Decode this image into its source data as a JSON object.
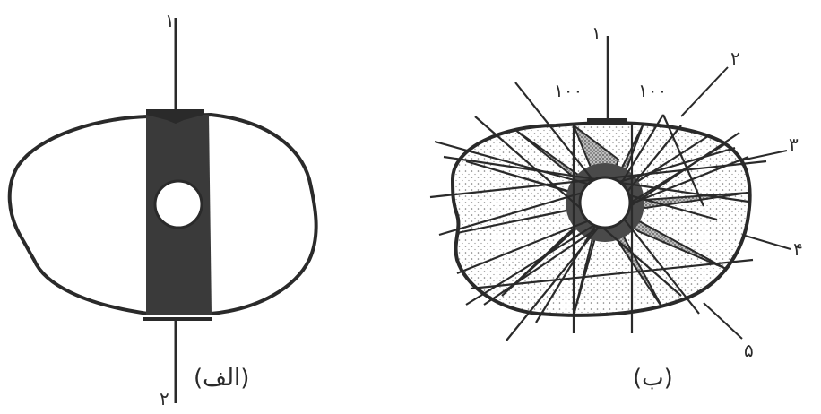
{
  "panel_a": {
    "caption": "(الف)",
    "label_top": "۱",
    "label_bottom": "۲"
  },
  "panel_b": {
    "caption": "(ب)",
    "label_1": "۱",
    "label_2": "۲",
    "label_3": "۳",
    "label_4": "۴",
    "label_5": "۵",
    "annotation_left": "۱۰۰",
    "annotation_right": "۱۰۰"
  },
  "colors": {
    "ink": "#2a2a2a",
    "band": "#3a3a3a",
    "stipple": "#6a6a6a"
  }
}
